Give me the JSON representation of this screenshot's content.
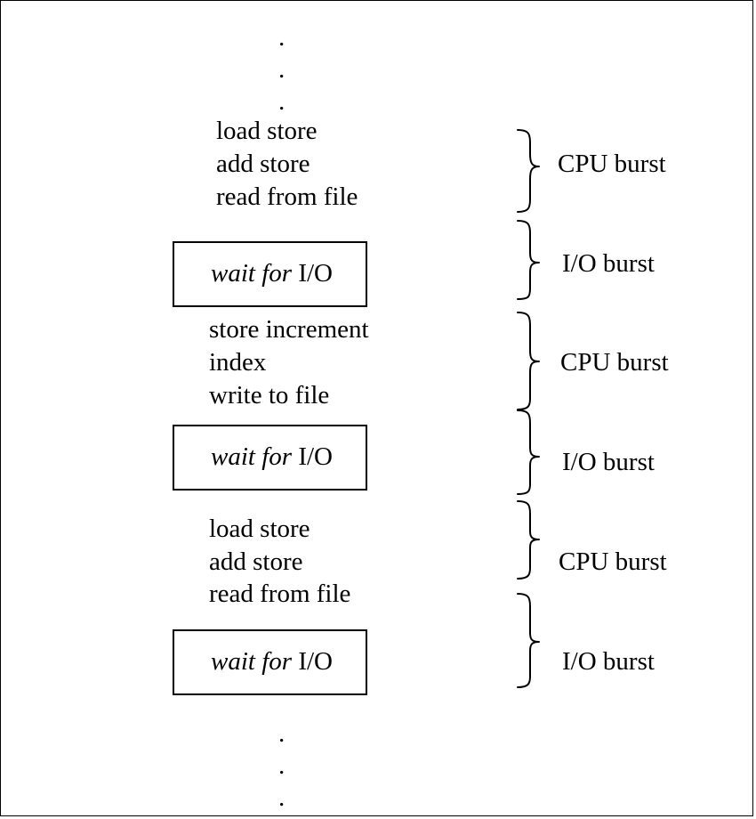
{
  "ellipsis_top": [
    ".",
    ".",
    "."
  ],
  "ellipsis_bottom": [
    ".",
    ".",
    "."
  ],
  "block1": {
    "lines": [
      "load store",
      "add store",
      "read from file"
    ],
    "burst_label": "CPU burst"
  },
  "io1": {
    "wait_italic": "wait for",
    "wait_rest": " I/O",
    "burst_label": "I/O burst"
  },
  "block2": {
    "lines": [
      "store increment",
      "index",
      "write to file"
    ],
    "burst_label": "CPU burst"
  },
  "io2": {
    "wait_italic": "wait for",
    "wait_rest": " I/O",
    "burst_label": "I/O burst"
  },
  "block3": {
    "lines": [
      "load store",
      "add store",
      "read from file"
    ],
    "burst_label": "CPU burst"
  },
  "io3": {
    "wait_italic": "wait for",
    "wait_rest": " I/O",
    "burst_label": "I/O burst"
  }
}
